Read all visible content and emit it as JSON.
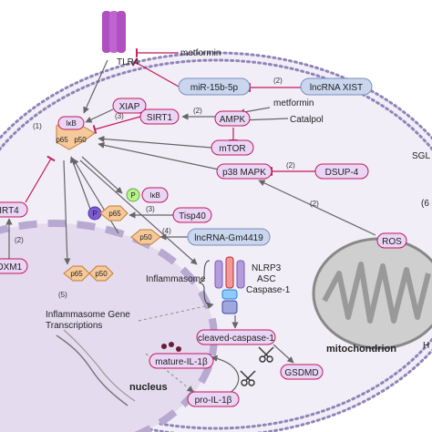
{
  "labels": {
    "tlr4": "TLR4",
    "metformin_top": "metformin",
    "mir": "miR-15b-5p",
    "xist": "lncRNA XIST",
    "metformin_mid": "metformin",
    "catalpol": "Catalpol",
    "xiap": "XIAP",
    "sirt1": "SIRT1",
    "ampk": "AMPK",
    "ikb": "IκB",
    "p65": "p65",
    "p50": "p50",
    "mtor": "mTOR",
    "p38": "p38 MAPK",
    "dsup4": "DSUP-4",
    "sgl": "SGL",
    "p_ikb": "IκB",
    "p_badge": "P",
    "p_p65": "p65",
    "p_badge2": "P",
    "tisp40": "Tisp40",
    "p50_single": "p50",
    "gm4419": "lncRNA-Gm4419",
    "inflammasome": "Inflammasome",
    "nlrp3": "NLRP3",
    "asc": "ASC",
    "caspase1": "Caspase-1",
    "irt4": "IRT4",
    "oxm1": "OXM1",
    "nuc_p65": "p65",
    "nuc_p50": "p50",
    "inflam_gene_1": "Inflammasome Gene",
    "inflam_gene_2": "Transcriptions",
    "cleaved": "cleaved-caspase-1",
    "mature": "mature-IL-1β",
    "gsdmd": "GSDMD",
    "pro": "pro-IL-1β",
    "nucleus": "nucleus",
    "mito": "mitochondrion",
    "ros": "ROS",
    "h_cut": "H",
    "six_cut": "(6"
  },
  "steps": {
    "s1": "(1)",
    "s2a": "(2)",
    "s3a": "(3)",
    "s2b": "(2)",
    "s2c": "(2)",
    "s3b": "(3)",
    "s4": "(4)",
    "s2d": "(2)",
    "s2e": "(2)",
    "s5": "(5)"
  },
  "colors": {
    "cell_fill": "#f1eef7",
    "membrane": "#8f84b8",
    "pink": "#c2185b",
    "lavender": "#e9d5f5",
    "blue_pill": "#c9d6ee",
    "orange": "#f5c99a",
    "arrow": "#666666",
    "mito_fill": "#cccccc"
  }
}
